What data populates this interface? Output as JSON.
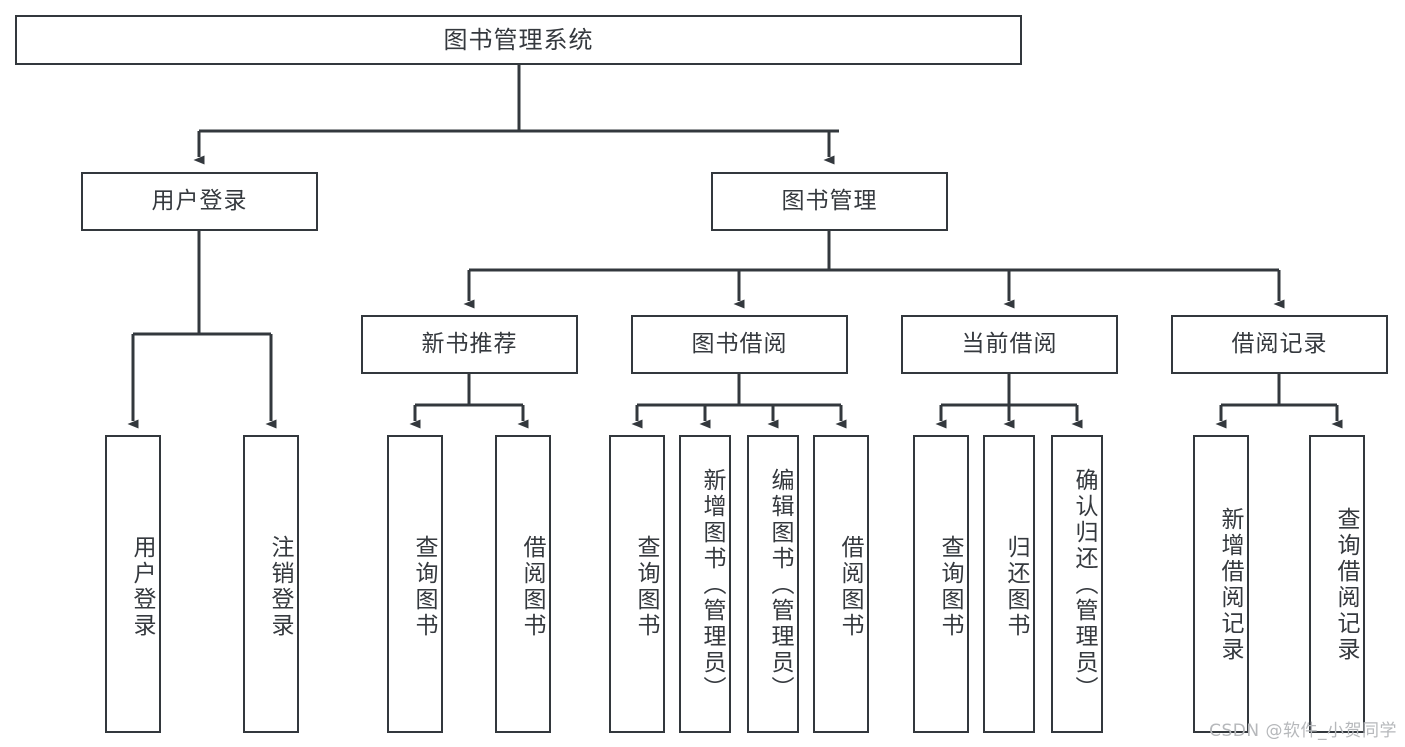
{
  "diagram": {
    "title": "图书管理系统",
    "watermark": "CSDN @软件_小贺同学",
    "line_color": "#33383d",
    "text_color": "#35393e",
    "background": "#ffffff"
  },
  "nodes": {
    "root": {
      "label": "图书管理系统"
    },
    "level2": [
      {
        "label": "用户登录"
      },
      {
        "label": "图书管理"
      }
    ],
    "level3": [
      {
        "label": "新书推荐"
      },
      {
        "label": "图书借阅"
      },
      {
        "label": "当前借阅"
      },
      {
        "label": "借阅记录"
      }
    ],
    "leaves": {
      "user_login": [
        {
          "label": "用户登录"
        },
        {
          "label": "注销登录"
        }
      ],
      "new_book": [
        {
          "label": "查询图书"
        },
        {
          "label": "借阅图书"
        }
      ],
      "book_borrow": [
        {
          "label": "查询图书"
        },
        {
          "label": "新增图书（管理员）"
        },
        {
          "label": "编辑图书（管理员）"
        },
        {
          "label": "借阅图书"
        }
      ],
      "current_borrow": [
        {
          "label": "查询图书"
        },
        {
          "label": "归还图书"
        },
        {
          "label": "确认归还（管理员）"
        }
      ],
      "borrow_record": [
        {
          "label": "新增借阅记录"
        },
        {
          "label": "查询借阅记录"
        }
      ]
    }
  }
}
